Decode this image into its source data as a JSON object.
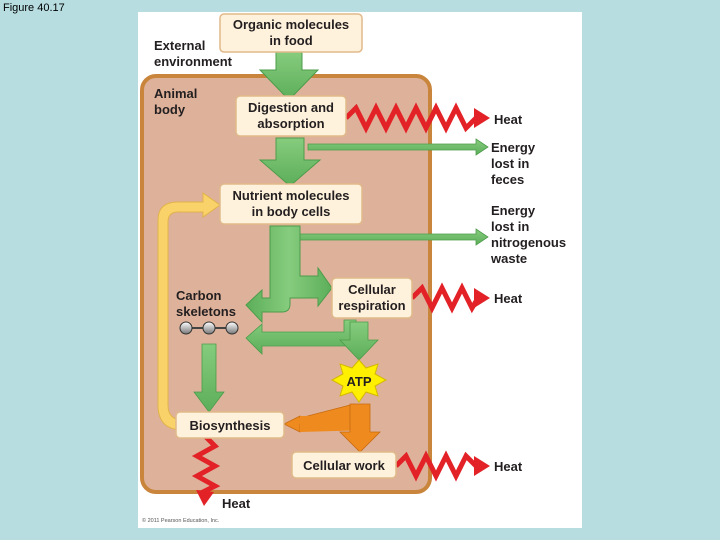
{
  "figure_label": "Figure 40.17",
  "external_environment": [
    "External",
    "environment"
  ],
  "animal_body": [
    "Animal",
    "body"
  ],
  "boxes": {
    "organic_molecules": [
      "Organic molecules",
      "in food"
    ],
    "digestion": [
      "Digestion and",
      "absorption"
    ],
    "nutrient": [
      "Nutrient molecules",
      "in body cells"
    ],
    "respiration": [
      "Cellular",
      "respiration"
    ],
    "biosynthesis": "Biosynthesis",
    "cellular_work": "Cellular work"
  },
  "carbon_skeletons": [
    "Carbon",
    "skeletons"
  ],
  "atp": "ATP",
  "heat": "Heat",
  "energy_feces": [
    "Energy",
    "lost in",
    "feces"
  ],
  "energy_nitrogenous": [
    "Energy",
    "lost in",
    "nitrogenous",
    "waste"
  ],
  "copyright": "© 2011 Pearson Education, Inc.",
  "colors": {
    "background": "#b7dde1",
    "body_fill": "#deb29a",
    "body_border": "#c9853c",
    "box_fill": "#fff2dc",
    "box_border": "#e0b98a",
    "green_arrow": "#6fbf6a",
    "yellow_arrow": "#f9d36a",
    "orange_arrow": "#ee8a1e",
    "heat_zigzag": "#e32227",
    "atp_burst": "#ffef00"
  }
}
